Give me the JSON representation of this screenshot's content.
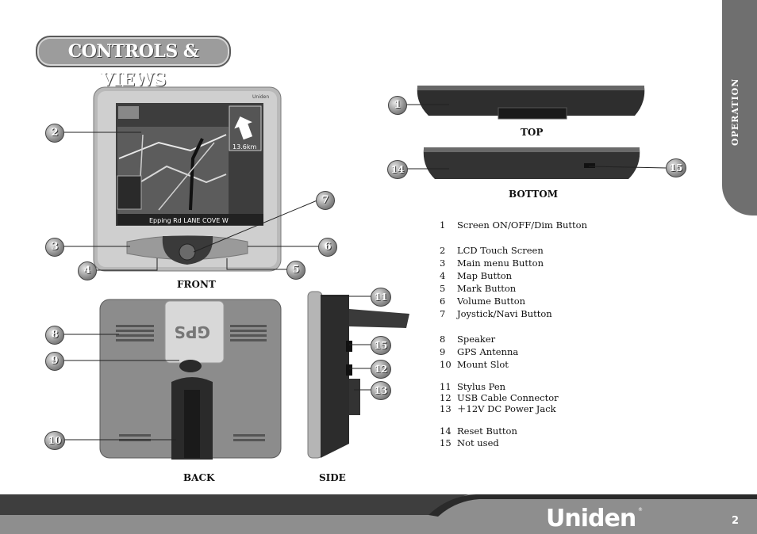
{
  "title": "CONTROLS & VIEWS",
  "side_tab": "OPERATION",
  "device": {
    "map_distance": "13.6km",
    "street": "Epping Rd LANE COVE W",
    "brand": "Uniden",
    "back_label": "GPS"
  },
  "captions": {
    "front": "FRONT",
    "top": "TOP",
    "bottom": "BOTTOM",
    "back": "BACK",
    "side": "SIDE"
  },
  "callouts": [
    "1",
    "2",
    "3",
    "4",
    "5",
    "6",
    "7",
    "8",
    "9",
    "10",
    "11",
    "12",
    "13",
    "14",
    "15",
    "15"
  ],
  "legend": {
    "groups": [
      [
        {
          "n": "1",
          "label": "Screen ON/OFF/Dim Button"
        }
      ],
      [
        {
          "n": "2",
          "label": "LCD Touch Screen"
        },
        {
          "n": "3",
          "label": "Main menu Button"
        },
        {
          "n": "4",
          "label": "Map Button"
        },
        {
          "n": "5",
          "label": "Mark Button"
        },
        {
          "n": "6",
          "label": "Volume Button"
        },
        {
          "n": "7",
          "label": "Joystick/Navi Button"
        }
      ],
      [
        {
          "n": "8",
          "label": "Speaker"
        },
        {
          "n": "9",
          "label": "GPS Antenna"
        },
        {
          "n": "10",
          "label": "Mount Slot"
        }
      ],
      [
        {
          "n": "11",
          "label": "Stylus Pen"
        },
        {
          "n": "12",
          "label": "USB Cable Connector"
        },
        {
          "n": "13",
          "label": "＋12V DC Power Jack"
        }
      ],
      [
        {
          "n": "14",
          "label": "Reset Button"
        },
        {
          "n": "15",
          "label": "Not used"
        }
      ]
    ]
  },
  "footer": {
    "brand": "Uniden",
    "page": "2"
  }
}
